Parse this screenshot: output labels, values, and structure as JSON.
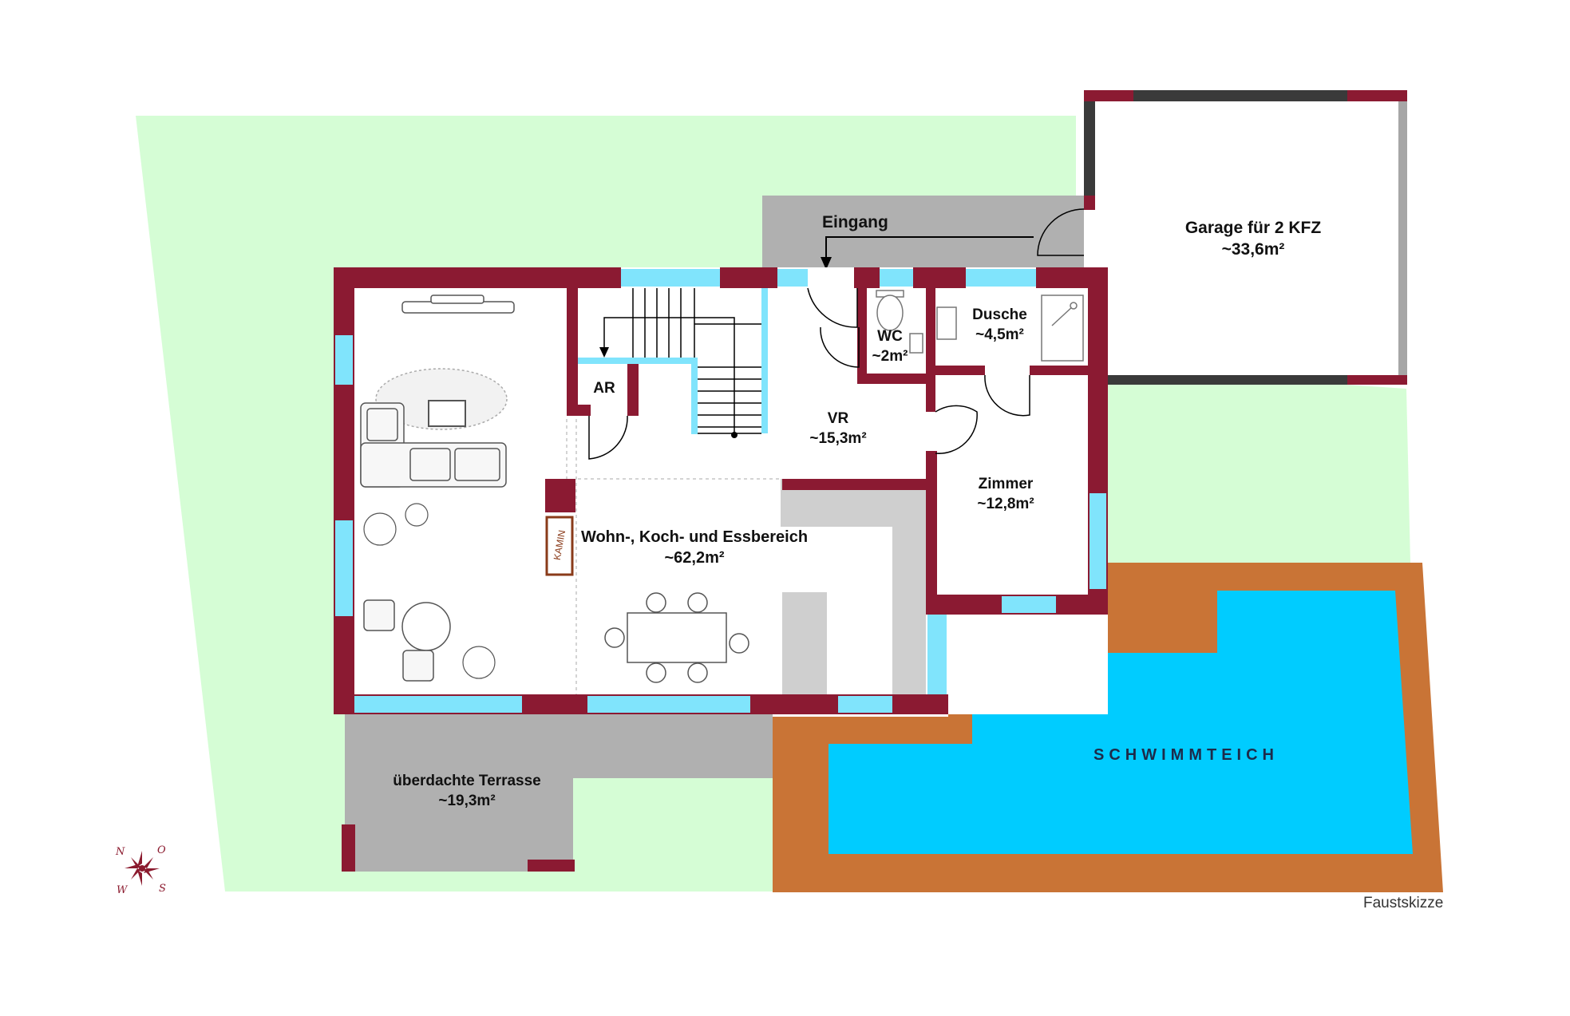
{
  "rooms": {
    "garage": {
      "name": "Garage für 2 KFZ",
      "area": "~33,6m²"
    },
    "entrance": {
      "name": "Eingang"
    },
    "wc": {
      "name": "WC",
      "area": "~2m²"
    },
    "shower": {
      "name": "Dusche",
      "area": "~4,5m²"
    },
    "storage": {
      "name": "AR"
    },
    "hall": {
      "name": "VR",
      "area": "~15,3m²"
    },
    "room": {
      "name": "Zimmer",
      "area": "~12,8m²"
    },
    "living": {
      "name": "Wohn-, Koch- und Essbereich",
      "area": "~62,2m²"
    },
    "fireplace": {
      "name": "KAMIN"
    },
    "terrace": {
      "name": "überdachte Terrasse",
      "area": "~19,3m²"
    },
    "pond": {
      "name": "SCHWIMMTEICH"
    }
  },
  "compass": {
    "n": "N",
    "o": "O",
    "s": "S",
    "w": "W"
  },
  "note": "Faustskizze",
  "colors": {
    "lawn": "#d5fdd5",
    "wall": "#8b1a32",
    "window": "#80e4fc",
    "paving": "#b0b0b0",
    "pond_rim": "#c97436",
    "pond_water": "#00ccff",
    "garage_wall": "#3a3a3a"
  }
}
